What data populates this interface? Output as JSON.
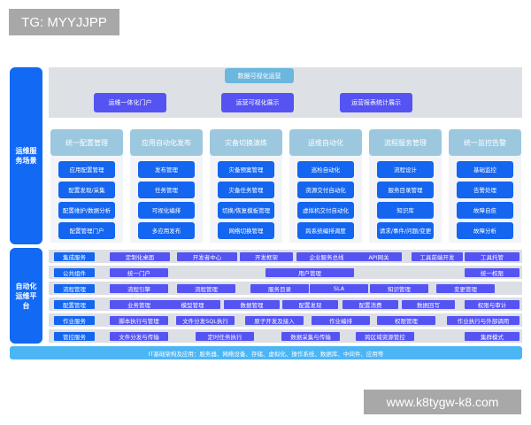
{
  "watermarks": {
    "top_left": "TG: MYYJJPP",
    "bottom_right": "www.k8tygw-k8.com"
  },
  "side_labels": {
    "scenarios": "运维服务场景",
    "platform": "自动化运维平台"
  },
  "top_layer": {
    "title": "数据可视化运营",
    "items": [
      "运维一体化门户",
      "运营可视化展示",
      "运营报表统计展示"
    ]
  },
  "scenario_columns": [
    {
      "title": "统一配置管理",
      "items": [
        "应用配置管理",
        "配置发现/采集",
        "配置维护/数据分析",
        "配置管理门户"
      ]
    },
    {
      "title": "应用自动化发布",
      "items": [
        "发布管理",
        "任务管理",
        "可视化编排",
        "多应用发布"
      ]
    },
    {
      "title": "灾备切换演练",
      "items": [
        "灾备预案管理",
        "灾备任务管理",
        "切换/恢复模板管理",
        "网络切换管理"
      ]
    },
    {
      "title": "运维自动化",
      "items": [
        "巡检自动化",
        "资源交付自动化",
        "虚拟机交付自动化",
        "跨系统编排调度"
      ]
    },
    {
      "title": "流程服务管理",
      "items": [
        "流程设计",
        "服务目录管理",
        "知识库",
        "请求/事件/问题/变更"
      ]
    },
    {
      "title": "统一监控告警",
      "items": [
        "基础监控",
        "告警处理",
        "故障自愈",
        "故障分析"
      ]
    }
  ],
  "platform_rows": [
    {
      "head": "集成服务",
      "cells": [
        "定制化桌面",
        "开发者中心",
        "开发框架",
        "企业服务总线",
        "API网关",
        "工具前端开发",
        "工具托管"
      ]
    },
    {
      "head": "公共组件",
      "cells": [
        "统一门户",
        "用户管理",
        "统一权限"
      ]
    },
    {
      "head": "流程管理",
      "cells": [
        "流程引擎",
        "流程管理",
        "服务目录",
        "SLA",
        "知识管理",
        "变更管理"
      ]
    },
    {
      "head": "配置管理",
      "cells": [
        "业务管理",
        "模型管理",
        "数据管理",
        "配置发现",
        "配置消费",
        "数据回写",
        "权限与审计"
      ]
    },
    {
      "head": "作业服务",
      "cells": [
        "脚本执行与管理",
        "文件分发SQL执行",
        "原子开发及接入",
        "作业编排",
        "权限管理",
        "作业执行与外部调用"
      ]
    },
    {
      "head": "管控服务",
      "cells": [
        "文件分发与传输",
        "定时任务执行",
        "数据采集与传输",
        "跨区域资源管控",
        "集群模式"
      ]
    }
  ],
  "infrastructure": "IT基础架构及应用：服务器、网络设备、存储、虚拟化、操作系统、数据库、中间件、应用等",
  "colors": {
    "side_blue": "#1269f3",
    "item_blue": "#1465f0",
    "purple": "#5553f2",
    "light_blue": "#6bb7de",
    "header_blue": "#9cc8df",
    "infra_blue": "#4cb6f5",
    "band_gray": "#dde1e6"
  }
}
